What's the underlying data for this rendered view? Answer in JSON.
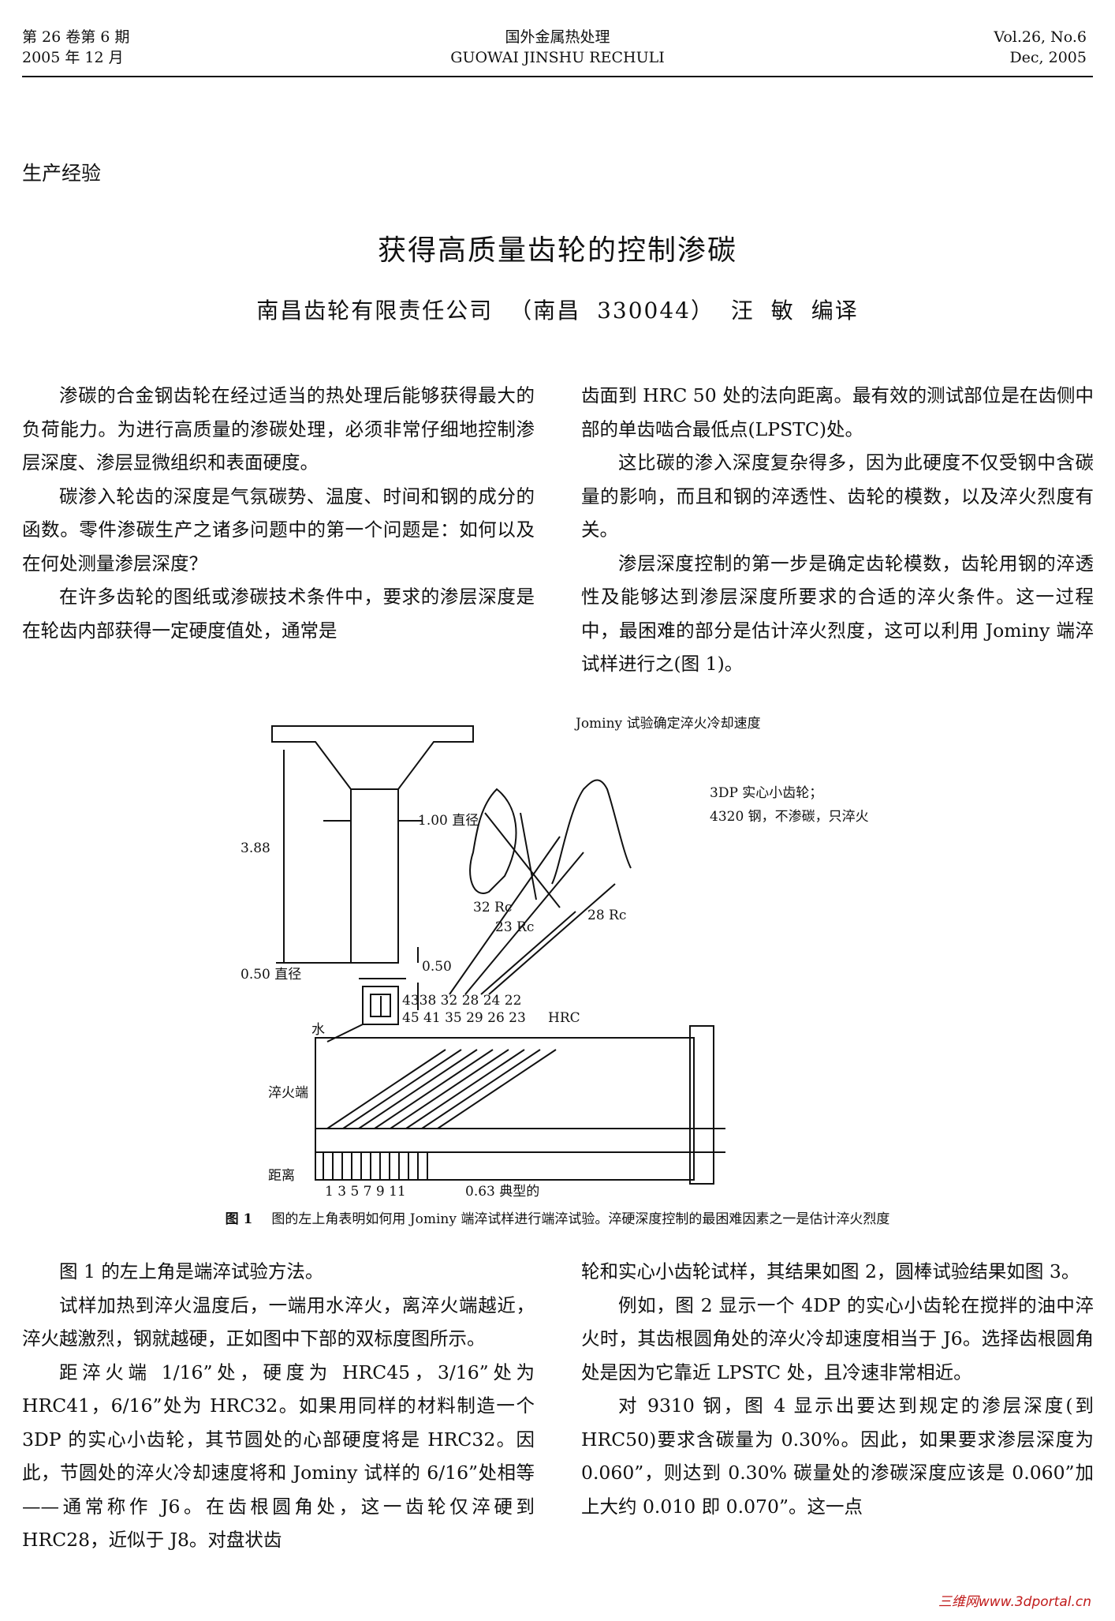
{
  "header": {
    "volume_cn": "第 26 卷第 6 期",
    "date_cn": "2005 年 12 月",
    "journal_cn": "国外金属热处理",
    "journal_en": "GUOWAI JINSHU RECHULI",
    "volume_en": "Vol.26, No.6",
    "date_en": "Dec, 2005"
  },
  "section": "生产经验",
  "title": "获得高质量齿轮的控制渗碳",
  "author": "南昌齿轮有限责任公司 （南昌 330044） 汪 敏 编译",
  "col1": {
    "p1": "渗碳的合金钢齿轮在经过适当的热处理后能够获得最大的负荷能力。为进行高质量的渗碳处理，必须非常仔细地控制渗层深度、渗层显微组织和表面硬度。",
    "p2": "碳渗入轮齿的深度是气氛碳势、温度、时间和钢的成分的函数。零件渗碳生产之诸多问题中的第一个问题是：如何以及在何处测量渗层深度？",
    "p3": "在许多齿轮的图纸或渗碳技术条件中，要求的渗层深度是在轮齿内部获得一定硬度值处，通常是"
  },
  "col2": {
    "p1": "齿面到 HRC 50 处的法向距离。最有效的测试部位是在齿侧中部的单齿啮合最低点(LPSTC)处。",
    "p2": "这比碳的渗入深度复杂得多，因为此硬度不仅受钢中含碳量的影响，而且和钢的淬透性、齿轮的模数，以及淬火烈度有关。",
    "p3": "渗层深度控制的第一步是确定齿轮模数，齿轮用钢的淬透性及能够达到渗层深度所要求的合适的淬火条件。这一过程中，最困难的部分是估计淬火烈度，这可以利用 Jominy 端淬试样进行之(图 1)。"
  },
  "figure": {
    "label_jominy": "Jominy 试验确定淬火冷却速度",
    "label_pinion_1": "3DP 实心小齿轮；",
    "label_pinion_2": "4320 钢，不渗碳，只淬火",
    "label_388": "3.88",
    "label_100": "1.00 直径",
    "label_050d": "0.50 直径",
    "label_050": "0.50",
    "label_water": "水",
    "label_32rc": "32 Rc",
    "label_28rc": "28 Rc",
    "label_23rc": "23 Rc",
    "label_hrc_top": "4338 32 28 24 22",
    "label_hrc_bottom": "45 41 35 29 26 23",
    "label_hrc": "HRC",
    "label_quench_end": "淬火端",
    "label_distance": "距离",
    "label_ticks": "1 3 5 7 9 11",
    "label_typical": "0.63 典型的"
  },
  "caption": {
    "num": "图 1",
    "text": "图的左上角表明如何用 Jominy 端淬试样进行端淬试验。淬硬深度控制的最困难因素之一是估计淬火烈度"
  },
  "col3": {
    "p1": "图 1 的左上角是端淬试验方法。",
    "p2": "试样加热到淬火温度后，一端用水淬火，离淬火端越近，淬火越激烈，钢就越硬，正如图中下部的双标度图所示。",
    "p3": "距淬火端 1/16”处，硬度为 HRC45，3/16”处为 HRC41，6/16”处为 HRC32。如果用同样的材料制造一个 3DP 的实心小齿轮，其节圆处的心部硬度将是 HRC32。因此，节圆处的淬火冷却速度将和 Jominy 试样的 6/16”处相等——通常称作 J6。在齿根圆角处，这一齿轮仅淬硬到 HRC28，近似于 J8。对盘状齿"
  },
  "col4": {
    "p1": "轮和实心小齿轮试样，其结果如图 2，圆棒试验结果如图 3。",
    "p2": "例如，图 2 显示一个 4DP 的实心小齿轮在搅拌的油中淬火时，其齿根圆角处的淬火冷却速度相当于 J6。选择齿根圆角处是因为它靠近 LPSTC 处，且冷速非常相近。",
    "p3": "对 9310 钢，图 4 显示出要达到规定的渗层深度(到 HRC50)要求含碳量为 0.30%。因此，如果要求渗层深度为 0.060”，则达到 0.30% 碳量处的渗碳深度应该是 0.060”加上大约 0.010 即 0.070”。这一点"
  },
  "watermark": "三维网www.3dportal.cn"
}
